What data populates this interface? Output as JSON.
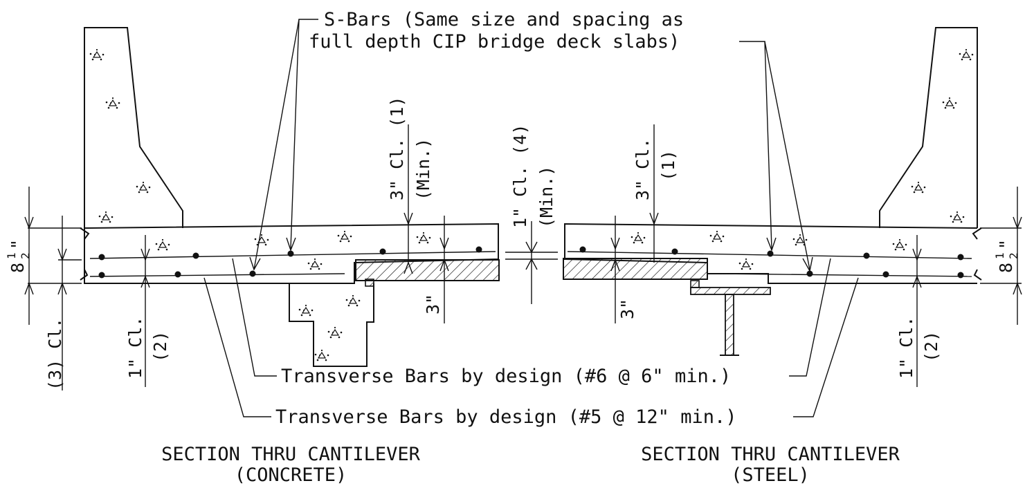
{
  "notes": {
    "s_bars_line1": "S-Bars (Same size and spacing as",
    "s_bars_line2": "full depth CIP bridge deck slabs)",
    "transverse_top": "Transverse Bars by design (#6 @ 6\" min.)",
    "transverse_bottom": "Transverse Bars by design (#5 @ 12\" min.)"
  },
  "dimensions": {
    "slab_depth": "8",
    "slab_depth_frac_num": "1",
    "slab_depth_frac_den": "2",
    "slab_depth_unit": "\"",
    "cl_3_left": "(3) Cl.",
    "cl_1in_left_a": "1\" Cl.",
    "cl_1in_left_b": "(2)",
    "cl_3in_a": "3\" Cl. (1)",
    "cl_3in_b": "(Min.)",
    "cl_1in_mid_a": "1\" Cl. (4)",
    "cl_1in_mid_b": "(Min.)",
    "cl_3in_steel_a": "3\" Cl.",
    "cl_3in_steel_b": "(1)",
    "three_in_left": "3\"",
    "three_in_right": "3\"",
    "cl_1in_right_a": "1\" Cl.",
    "cl_1in_right_b": "(2)"
  },
  "sections": {
    "left_title_1": "SECTION THRU CANTILEVER",
    "left_title_2": "(CONCRETE)",
    "right_title_1": "SECTION THRU CANTILEVER",
    "right_title_2": "(STEEL)"
  }
}
